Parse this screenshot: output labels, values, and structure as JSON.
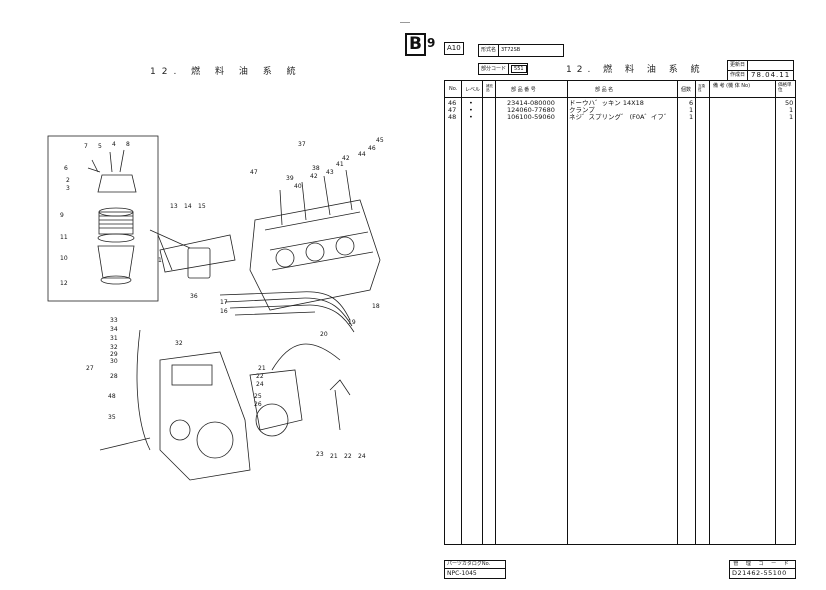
{
  "left_page": {
    "title": "12. 燃 料 油 系 統",
    "callouts": [
      "7",
      "5",
      "4",
      "8",
      "6",
      "2",
      "3",
      "9",
      "11",
      "10",
      "12",
      "13",
      "14",
      "15",
      "1",
      "36",
      "17",
      "16",
      "33",
      "34",
      "31",
      "32",
      "29",
      "30",
      "27",
      "28",
      "48",
      "35",
      "32",
      "37",
      "47",
      "39",
      "40",
      "38",
      "42",
      "43",
      "41",
      "42",
      "44",
      "46",
      "45",
      "18",
      "19",
      "20",
      "21",
      "22",
      "24",
      "25",
      "26",
      "23",
      "21",
      "22",
      "24"
    ]
  },
  "right_page": {
    "badge_main": "B",
    "badge_sub": "9",
    "sheet_label": "A10",
    "model_label": "形式名",
    "model_value": "3T72SB",
    "code_label": "部分コード",
    "code_value": "551",
    "title": "12. 燃 料 油 系 統",
    "dates": [
      {
        "label": "更新日",
        "value": ""
      },
      {
        "label": "作成日",
        "value": "78.04.11"
      }
    ],
    "table": {
      "headers": {
        "no": "No.",
        "level": "レベル",
        "spare": "補充品",
        "part_number": "部 品 番 号",
        "part_name": "部 品 名",
        "qty": "個数",
        "interchange": "互換性",
        "remarks": "備 考 (機 体 No)",
        "unit": "価格単位"
      },
      "rows": [
        {
          "no": "46",
          "level": "•",
          "part_number": "23414-080000",
          "part_name": "ドーウハ゛ッキン 14X18",
          "qty": "6",
          "unit": "50"
        },
        {
          "no": "47",
          "level": "•",
          "part_number": "124060-77680",
          "part_name": "クランプ",
          "qty": "1",
          "unit": "1"
        },
        {
          "no": "48",
          "level": "•",
          "part_number": "106100-59060",
          "part_name": "ネジ゛スプリング゛ (F0A゛イフ゛",
          "qty": "1",
          "unit": "1"
        }
      ]
    },
    "footer": {
      "catalog_label": "パーツカタログNo.",
      "catalog_no": "NPC-1045",
      "mgmt_label": "管 理 コ ー ド",
      "mgmt_code": "D21462-55100"
    }
  }
}
